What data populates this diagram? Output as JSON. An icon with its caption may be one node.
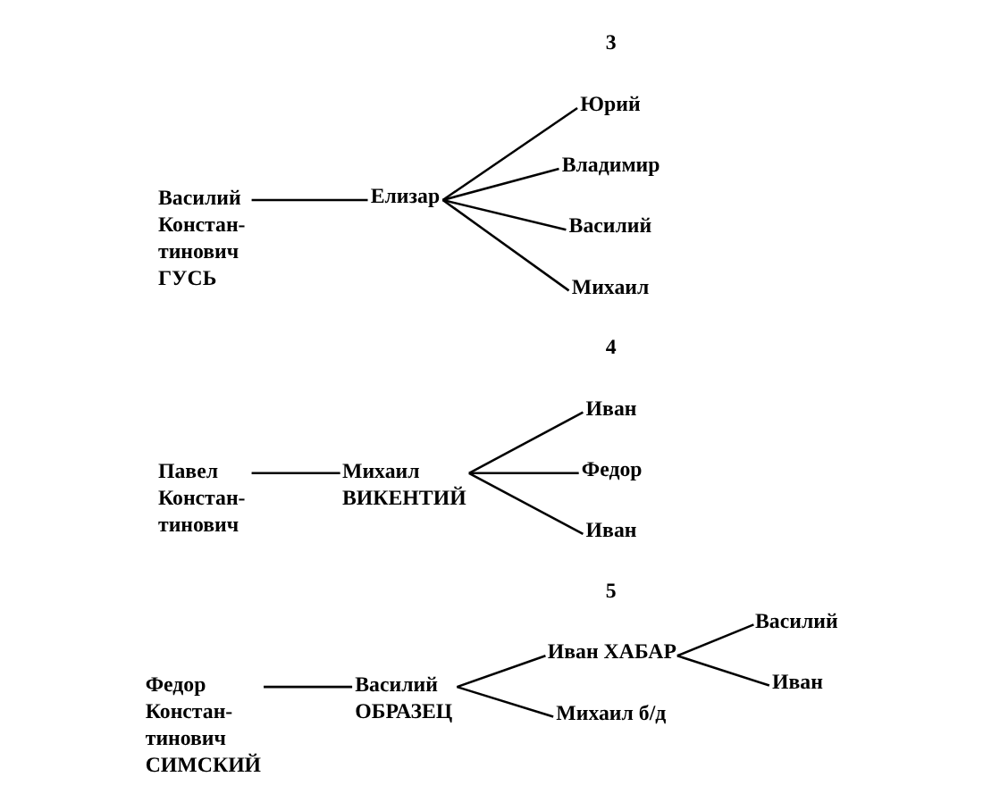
{
  "diagram": {
    "nodes": [
      {
        "text": [
          "Василий Констан- тинович ГУСЬ"
        ]
      },
      {
        "text": [
          "Елизар"
        ]
      },
      {
        "text": [
          "Юрий"
        ]
      },
      {
        "text": [
          "Владимир"
        ]
      },
      {
        "text": [
          "Василий"
        ]
      },
      {
        "text": [
          "Михаил"
        ]
      },
      {
        "text": [
          "Павел Констан- тинович"
        ]
      },
      {
        "text": [
          "Михаил ВИКЕНТИЙ"
        ]
      },
      {
        "text": [
          "Иван"
        ]
      },
      {
        "text": [
          "Федор"
        ]
      },
      {
        "text": [
          "Иван"
        ]
      },
      {
        "text": [
          "Федор Констан- тинович СИМСКИЙ"
        ]
      },
      {
        "text": [
          "Василий ОБРАЗЕЦ"
        ]
      },
      {
        "text": [
          "Иван ХАБАР"
        ]
      },
      {
        "text": [
          "Михаил б/д"
        ]
      },
      {
        "text": [
          "Василий"
        ]
      },
      {
        "text": [
          "Иван"
        ]
      }
    ],
    "edges": [
      {
        "from": 0,
        "to": 1,
        "arrow": "none"
      },
      {
        "from": 1,
        "to": 2,
        "arrow": "none"
      },
      {
        "from": 1,
        "to": 3,
        "arrow": "none"
      },
      {
        "from": 1,
        "to": 4,
        "arrow": "none"
      },
      {
        "from": 1,
        "to": 5,
        "arrow": "none"
      },
      {
        "from": 6,
        "to": 7,
        "arrow": "none"
      },
      {
        "from": 7,
        "to": 8,
        "arrow": "none"
      },
      {
        "from": 7,
        "to": 9,
        "arrow": "none"
      },
      {
        "from": 7,
        "to": 10,
        "arrow": "none"
      },
      {
        "from": 11,
        "to": 12,
        "arrow": "none"
      },
      {
        "from": 12,
        "to": 13,
        "arrow": "none"
      },
      {
        "from": 12,
        "to": 14,
        "arrow": "none"
      },
      {
        "from": 13,
        "to": 15,
        "arrow": "none"
      },
      {
        "from": 13,
        "to": 16,
        "arrow": "none"
      }
    ],
    "labels": [
      "3",
      "4",
      "5"
    ]
  }
}
